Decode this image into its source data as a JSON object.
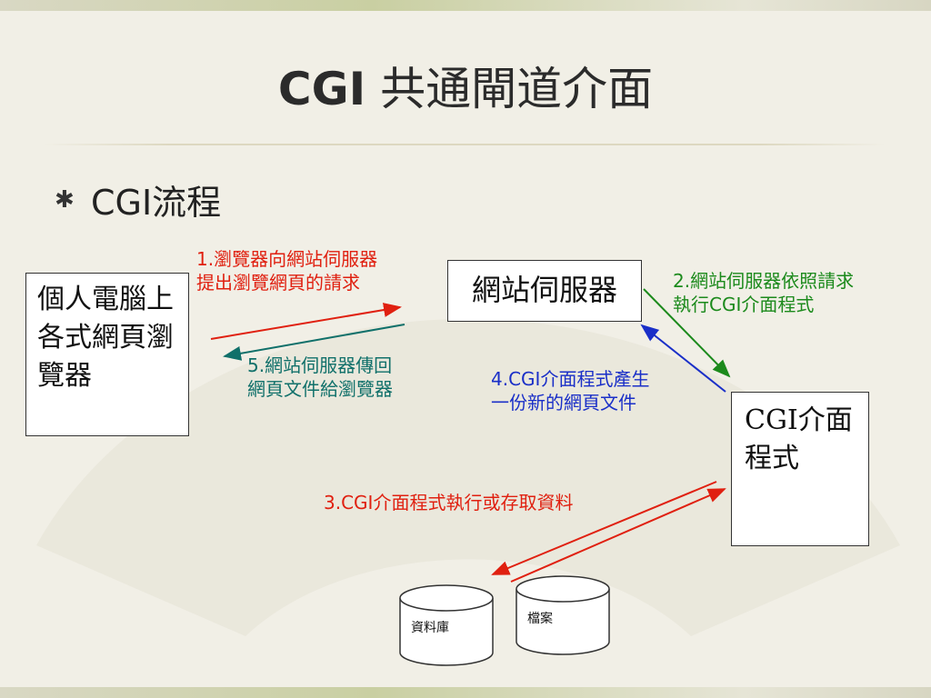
{
  "slide": {
    "title_latin": "CGI",
    "title_cjk": " 共通閘道介面",
    "bullet_symbol": "✱",
    "bullet_text": "CGI流程"
  },
  "diagram": {
    "nodes": {
      "browser": "個人電腦上各式網頁瀏覽器",
      "web_server": "網站伺服器",
      "cgi_program": "CGI介面程式",
      "database": "資料庫",
      "files": "檔案"
    },
    "steps": {
      "step1_line1": "1.瀏覽器向網站伺服器",
      "step1_line2": "提出瀏覽網頁的請求",
      "step2_line1": "2.網站伺服器依照請求",
      "step2_line2": "執行CGI介面程式",
      "step3": "3.CGI介面程式執行或存取資料",
      "step4_line1": "4.CGI介面程式產生",
      "step4_line2": "一份新的網頁文件",
      "step5_line1": "5.網站伺服器傳回",
      "step5_line2": "網頁文件給瀏覽器"
    }
  },
  "colors": {
    "step_red": "#e02010",
    "step_green": "#1c8a1c",
    "step_blue": "#1a2fc8",
    "step_teal": "#10706a"
  }
}
